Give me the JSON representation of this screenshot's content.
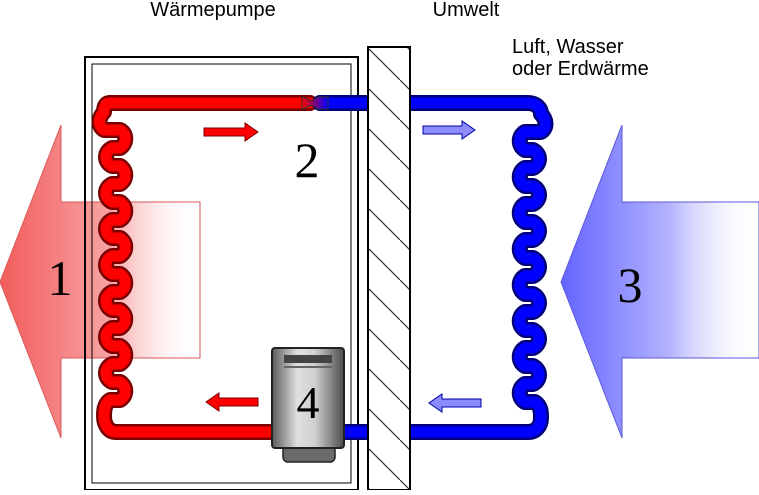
{
  "labels": {
    "heat_pump": "Wärmepumpe",
    "environment": "Umwelt",
    "source_line1": "Luft, Wasser",
    "source_line2": "oder Erdwärme"
  },
  "markers": {
    "one": "1",
    "two": "2",
    "three": "3",
    "four": "4"
  },
  "colors": {
    "hot": "#ff0000",
    "hot_outline": "#8b0000",
    "cold": "#0000ff",
    "cold_outline": "#00008b",
    "hot_arrow": "#f26060",
    "cold_arrow": "#6a6aff",
    "small_cold_arrow": "#8c8cff"
  }
}
